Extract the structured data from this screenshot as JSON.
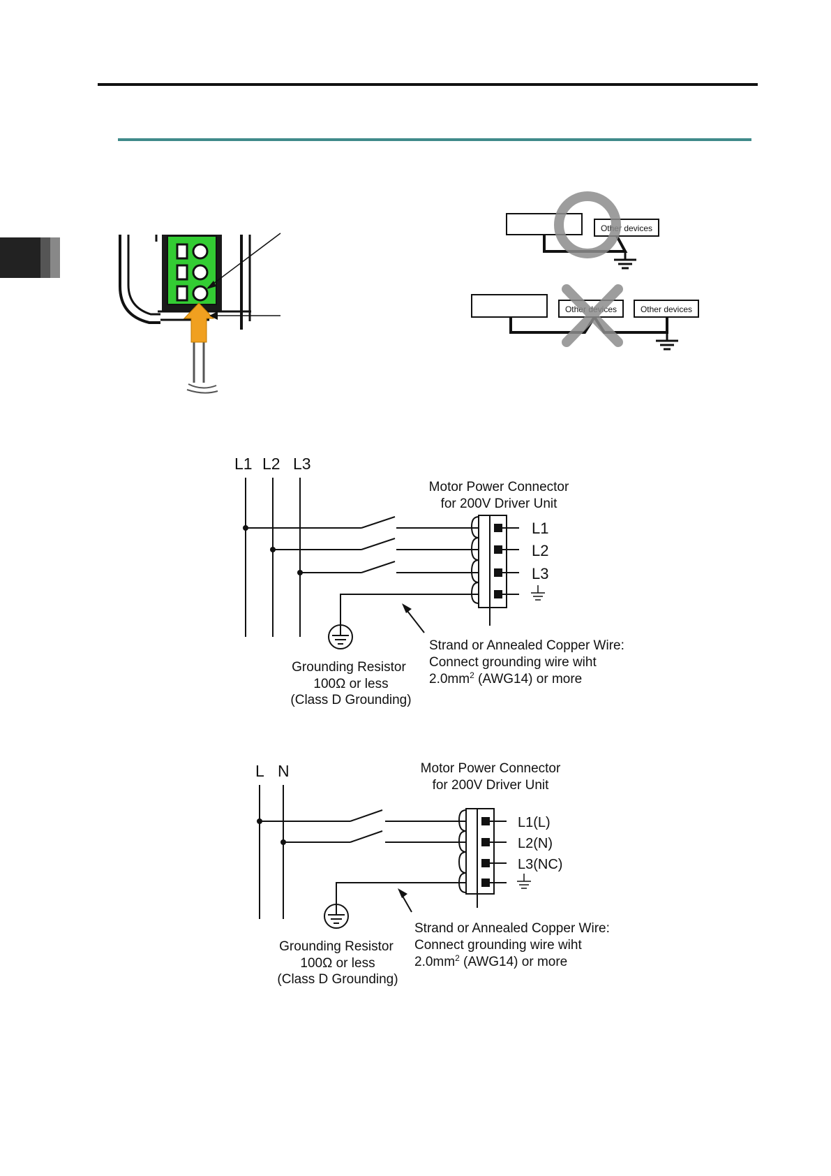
{
  "grounding_tip": {
    "other_devices": "Other devices"
  },
  "diagram_3phase": {
    "supply_labels": [
      "L1",
      "L2",
      "L3"
    ],
    "connector_title_1": "Motor Power Connector",
    "connector_title_2": "for 200V Driver Unit",
    "terminals": [
      "L1",
      "L2",
      "L3"
    ],
    "wire_note": [
      "Strand or Annealed Copper Wire:",
      "Connect grounding wire wiht",
      "2.0mm",
      "2",
      " (AWG14) or more"
    ],
    "resistor_note": [
      "Grounding Resistor",
      "100Ω or less",
      "(Class D Grounding)"
    ]
  },
  "diagram_1phase": {
    "supply_labels": [
      "L",
      "N"
    ],
    "connector_title_1": "Motor Power Connector",
    "connector_title_2": "for 200V Driver Unit",
    "terminals": [
      "L1(L)",
      "L2(N)",
      "L3(NC)"
    ],
    "wire_note": [
      "Strand or Annealed Copper Wire:",
      "Connect grounding wire wiht",
      "2.0mm",
      "2",
      " (AWG14) or more"
    ],
    "resistor_note": [
      "Grounding Resistor",
      "100Ω or less",
      "(Class D Grounding)"
    ]
  },
  "colors": {
    "teal_rule": "#3f8a8a",
    "connector_green": "#33cc33",
    "arrow_orange": "#f0a020",
    "mark_gray": "#8c8c8c"
  }
}
